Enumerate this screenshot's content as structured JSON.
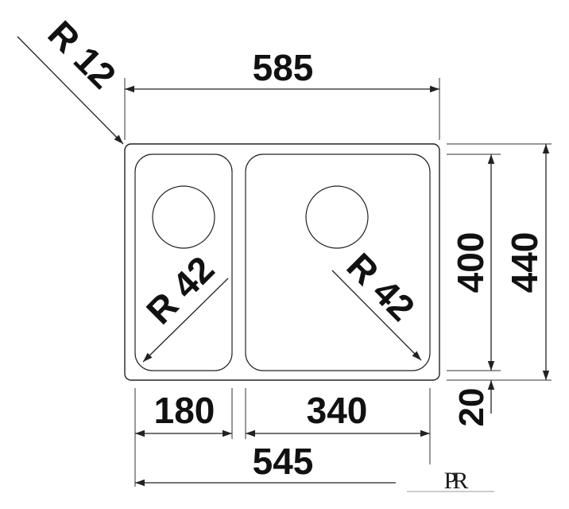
{
  "drawing": {
    "corner_radius_label": "R 12",
    "left_bowl_radius_label": "R 42",
    "right_bowl_radius_label": "R 42",
    "overall_width": "585",
    "inner_width": "545",
    "left_bowl_width": "180",
    "right_bowl_width": "340",
    "bowl_depth": "400",
    "overall_depth": "440",
    "rim_offset_1": "20",
    "rim_offset_2": "20"
  },
  "logo": {
    "monogram": "PR"
  },
  "colors": {
    "line": "#222222",
    "background": "#ffffff"
  }
}
